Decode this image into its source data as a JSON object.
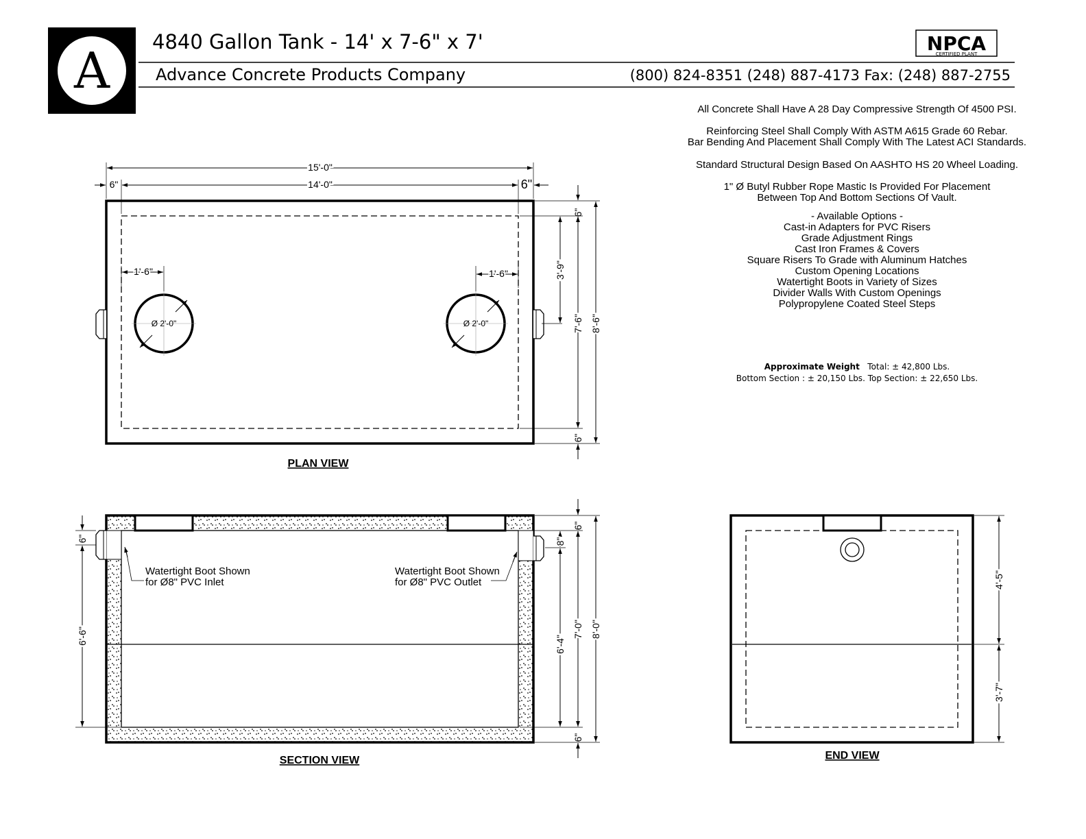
{
  "header": {
    "logo_letter": "A",
    "title": "4840 Gallon Tank - 14' x 7-6\" x 7'",
    "company": "Advance Concrete Products Company",
    "phones": "(800) 824-8351  (248) 887-4173 Fax: (248)  887-2755",
    "npca_logo": "NPCA",
    "npca_sub": "CERTIFIED PLANT"
  },
  "notes": [
    "All Concrete Shall Have A 28 Day Compressive Strength Of 4500 PSI.",
    "Reinforcing Steel Shall Comply With ASTM A615 Grade 60 Rebar.",
    "Bar Bending And Placement Shall Comply With The Latest ACI Standards.",
    "Standard Structural Design Based On AASHTO HS 20 Wheel Loading.",
    "1\" Ø Butyl Rubber Rope Mastic Is Provided For Placement",
    "Between Top And Bottom Sections Of Vault."
  ],
  "options": {
    "heading": "- Available Options -",
    "items": [
      "Cast-in Adapters for PVC Risers",
      "Grade Adjustment Rings",
      "Cast Iron Frames & Covers",
      "Square Risers To Grade with Aluminum Hatches",
      "Custom Opening Locations",
      "Watertight Boots in Variety of Sizes",
      "Divider Walls With Custom Openings",
      "Polypropylene Coated Steel Steps"
    ]
  },
  "weight": {
    "label": "Approximate Weight",
    "total": "Total:  ± 42,800 Lbs.",
    "sections": "Bottom Section : ± 20,150 Lbs.  Top Section: ±  22,650 Lbs."
  },
  "plan_view": {
    "title": "PLAN VIEW",
    "dim_overall": "15'-0\"",
    "dim_inner": "14'-0\"",
    "dim_left_wall": "6\"",
    "dim_right_wall": "6\"",
    "dim_opening_left": "1'-6\"",
    "dim_opening_right": "1'-6\"",
    "opening_left": "Ø 2'-0\"",
    "opening_right": "Ø 2'-0\"",
    "dim_top_wall": "6\"",
    "dim_center": "3'-9\"",
    "dim_inner_width": "7'-6\"",
    "dim_outer_width": "8'-6\"",
    "dim_bottom_wall": "6\""
  },
  "section_view": {
    "title": "SECTION VIEW",
    "inlet_note_1": "Watertight Boot Shown",
    "inlet_note_2": "for Ø8\" PVC Inlet",
    "outlet_note_1": "Watertight Boot Shown",
    "outlet_note_2": "for Ø8\" PVC Outlet",
    "dim_inlet_top": "6\"",
    "dim_inlet_height": "6'-6\"",
    "dim_top_slab": "6\"",
    "dim_outlet_top": "8\"",
    "dim_outlet_height": "6'-4\"",
    "dim_inner_height": "7'-0\"",
    "dim_outer_height": "8'-0\"",
    "dim_bottom_slab": "6\""
  },
  "end_view": {
    "title": "END VIEW",
    "dim_top": "4'-5\"",
    "dim_bottom": "3'-7\""
  }
}
